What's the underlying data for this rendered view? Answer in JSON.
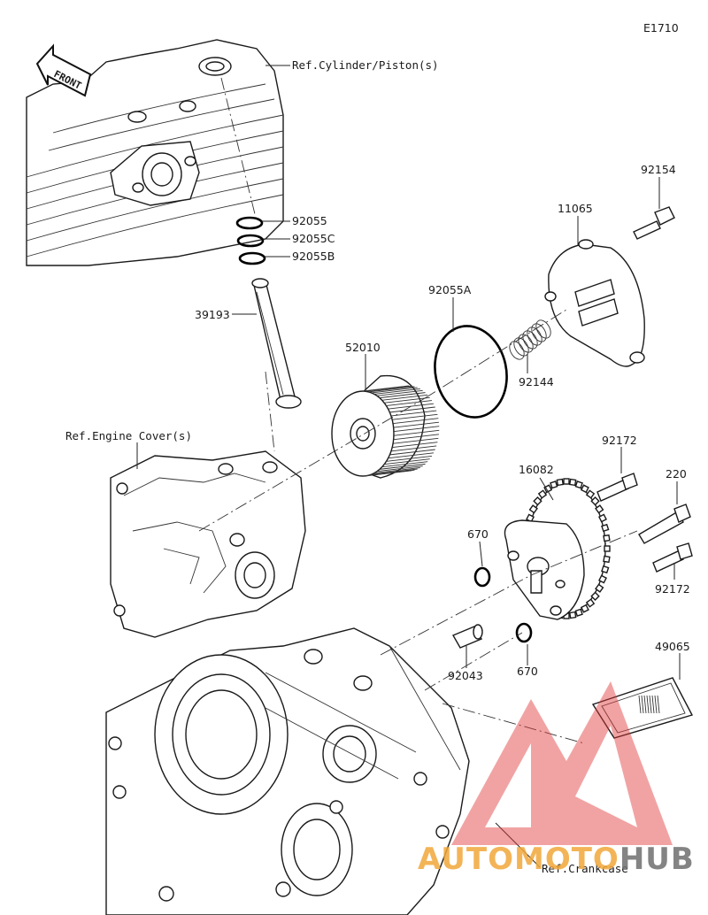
{
  "diagram_code": "E1710",
  "front_label": "FRONT",
  "references": {
    "cylinder": "Ref.Cylinder/Piston(s)",
    "engine_cover": "Ref.Engine Cover(s)",
    "crankcase": "Ref.Crankcase"
  },
  "parts": {
    "p92154": "92154",
    "p11065": "11065",
    "p92055": "92055",
    "p92055C": "92055C",
    "p92055B": "92055B",
    "p39193": "39193",
    "p92055A": "92055A",
    "p52010": "52010",
    "p92144": "92144",
    "p92172_top": "92172",
    "p16082": "16082",
    "p220": "220",
    "p670_left": "670",
    "p92172_right": "92172",
    "p92043": "92043",
    "p670_bottom": "670",
    "p49065": "49065"
  },
  "watermark": {
    "auto": "AUTO",
    "moto": "MOTO",
    "hub": "HUB"
  },
  "colors": {
    "watermark_red": "#e03a3a",
    "watermark_orange": "#f2a83a",
    "watermark_gray": "#6f6f6f"
  }
}
